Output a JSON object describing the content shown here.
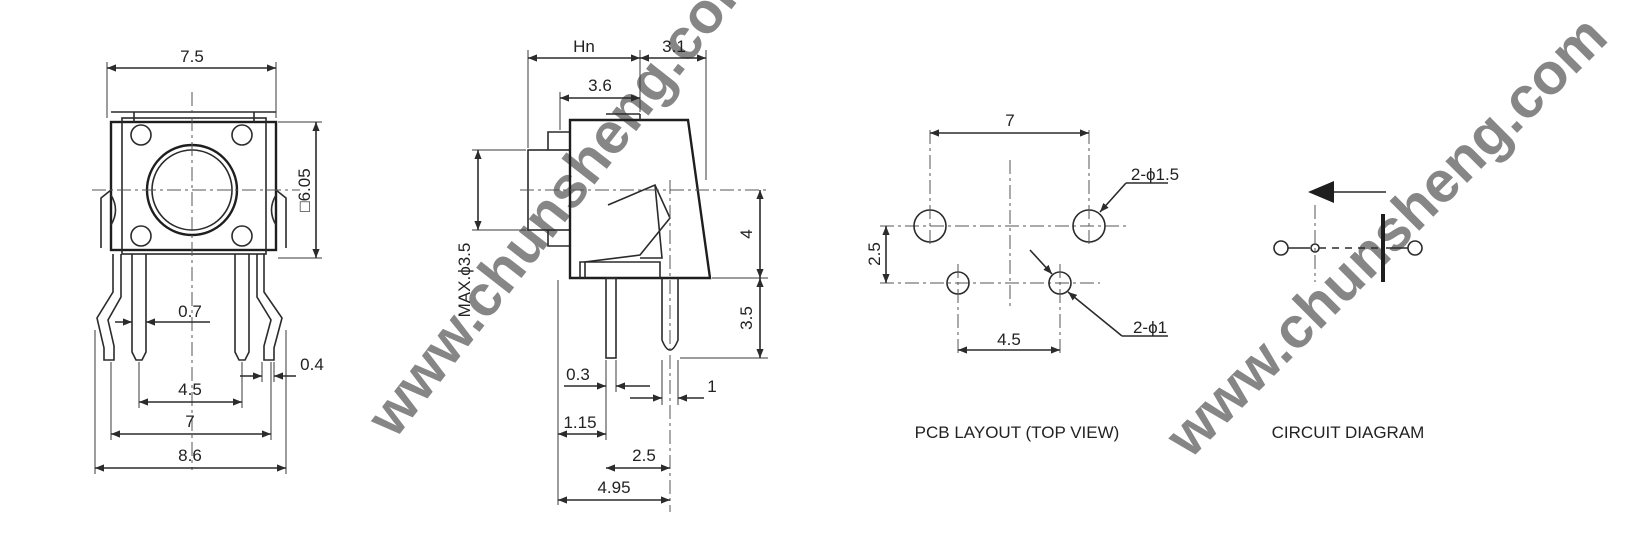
{
  "watermark": "www.chunsheng.com",
  "front_view": {
    "width_top": "7.5",
    "square": "□6.05",
    "pin_gap": "0.7",
    "pin_thk": "0.4",
    "pitch_a": "4.5",
    "pitch_b": "7",
    "overall": "8.6"
  },
  "side_view": {
    "hn": "Hn",
    "top_right": "3.1",
    "top_inner": "3.6",
    "max_dia": "MAX.ϕ3.5",
    "height_a": "4",
    "height_b": "3.5",
    "lead_w": "0.3",
    "lead_r": "1",
    "off_a": "1.15",
    "off_b": "2.5",
    "off_c": "4.95"
  },
  "pcb_layout": {
    "span_top": "7",
    "hole_large": "2-ϕ1.5",
    "row_gap": "2.5",
    "hole_small": "2-ϕ1",
    "span_bottom": "4.5",
    "caption": "PCB LAYOUT (TOP VIEW)"
  },
  "circuit": {
    "caption": "CIRCUIT DIAGRAM"
  }
}
